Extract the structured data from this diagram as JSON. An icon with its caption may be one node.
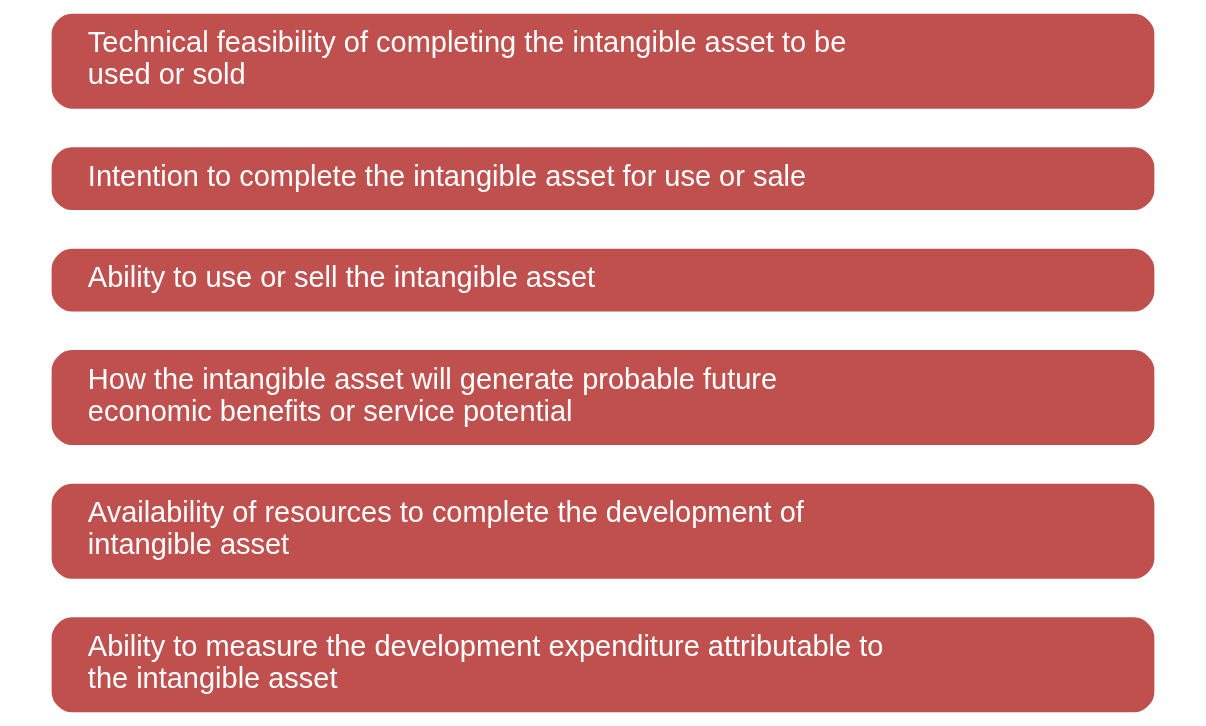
{
  "diagram": {
    "nodes": [
      {
        "text": [
          "Technical feasibility of completing the intangible asset to be used or sold"
        ]
      },
      {
        "text": [
          "Intention to complete the intangible asset for use or sale"
        ]
      },
      {
        "text": [
          "Ability to use or sell the intangible asset"
        ]
      },
      {
        "text": [
          "How the intangible asset will generate probable future economic benefits or service potential"
        ]
      },
      {
        "text": [
          "Availability of resources to complete the development of intangible asset"
        ]
      },
      {
        "text": [
          "Ability to measure the development expenditure attributable to the intangible asset"
        ]
      }
    ],
    "edges": []
  }
}
